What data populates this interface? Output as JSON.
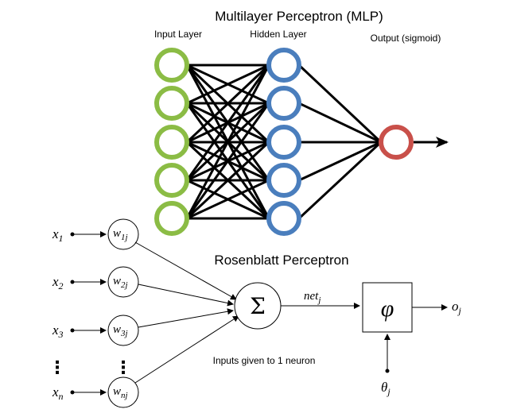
{
  "mlp": {
    "title": "Multilayer Perceptron (MLP)",
    "input_label": "Input Layer",
    "hidden_label": "Hidden Layer",
    "output_label": "Output (sigmoid)",
    "colors": {
      "input": "#8bbc45",
      "hidden": "#4a7ebd",
      "output": "#c9504a",
      "edges": "#000000"
    },
    "input_nodes": 5,
    "hidden_nodes": 5,
    "output_nodes": 1
  },
  "rosenblatt": {
    "title": "Rosenblatt Perceptron",
    "inputs": [
      {
        "x": "x",
        "x_sub": "1",
        "w": "w",
        "w_sub": "1j"
      },
      {
        "x": "x",
        "x_sub": "2",
        "w": "w",
        "w_sub": "2j"
      },
      {
        "x": "x",
        "x_sub": "3",
        "w": "w",
        "w_sub": "3j"
      },
      {
        "x": "x",
        "x_sub": "n",
        "w": "w",
        "w_sub": "nj"
      }
    ],
    "ellipsis": "⋮",
    "sum_symbol": "Σ",
    "net_label": "net",
    "net_sub": "j",
    "activation_symbol": "φ",
    "output_label": "o",
    "output_sub": "j",
    "threshold_label": "θ",
    "threshold_sub": "j",
    "caption": "Inputs given to 1 neuron"
  }
}
